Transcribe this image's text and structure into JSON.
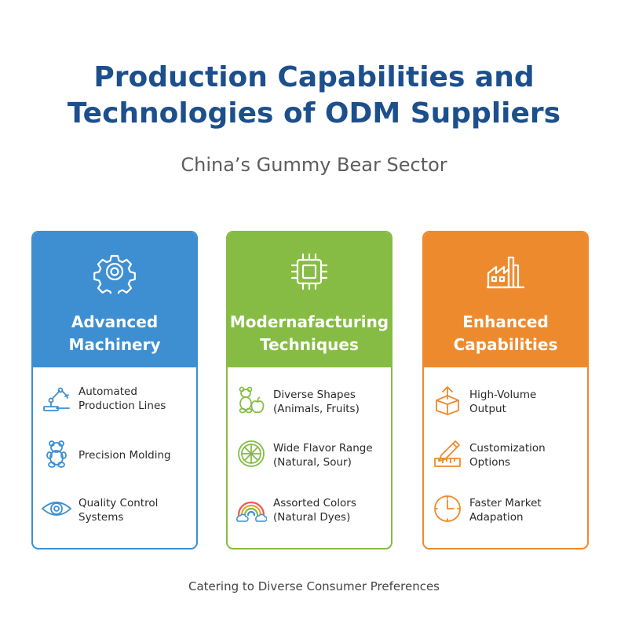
{
  "header": {
    "title_line1": "Production Capabilities and",
    "title_line2": "Technologies of ODM Suppliers",
    "subtitle": "China’s Gummy Bear Sector"
  },
  "cards": [
    {
      "title_line1": "Advanced",
      "title_line2": "Machinery",
      "color": "#3d8fd2",
      "icon": "gear-icon",
      "items": [
        {
          "icon": "robotic-arm-icon",
          "text": "Automated\nProduction Lines"
        },
        {
          "icon": "gummy-bear-icon",
          "text": "Precision Molding"
        },
        {
          "icon": "eye-icon",
          "text": "Quality Control\nSystems"
        }
      ]
    },
    {
      "title_line1": "Modernafacturing",
      "title_line2": "Techniques",
      "color": "#86bc43",
      "icon": "microchip-icon",
      "items": [
        {
          "icon": "bear-and-apple-icon",
          "text": "Diverse Shapes\n(Animals, Fruits)"
        },
        {
          "icon": "citrus-slice-icon",
          "text": "Wide Flavor Range\n(Natural, Sour)"
        },
        {
          "icon": "rainbow-icon",
          "text": "Assorted Colors\n(Natural Dyes)"
        }
      ]
    },
    {
      "title_line1": "Enhanced",
      "title_line2": "Capabilities",
      "color": "#ee8a2e",
      "icon": "factory-icon",
      "items": [
        {
          "icon": "box-upload-icon",
          "text": "High-Volume\nOutput"
        },
        {
          "icon": "pencil-ruler-icon",
          "text": "Customization\nOptions"
        },
        {
          "icon": "clock-icon",
          "text": "Faster Market\nAdapation"
        }
      ]
    }
  ],
  "footer": {
    "text": "Catering to Diverse Consumer Preferences"
  }
}
